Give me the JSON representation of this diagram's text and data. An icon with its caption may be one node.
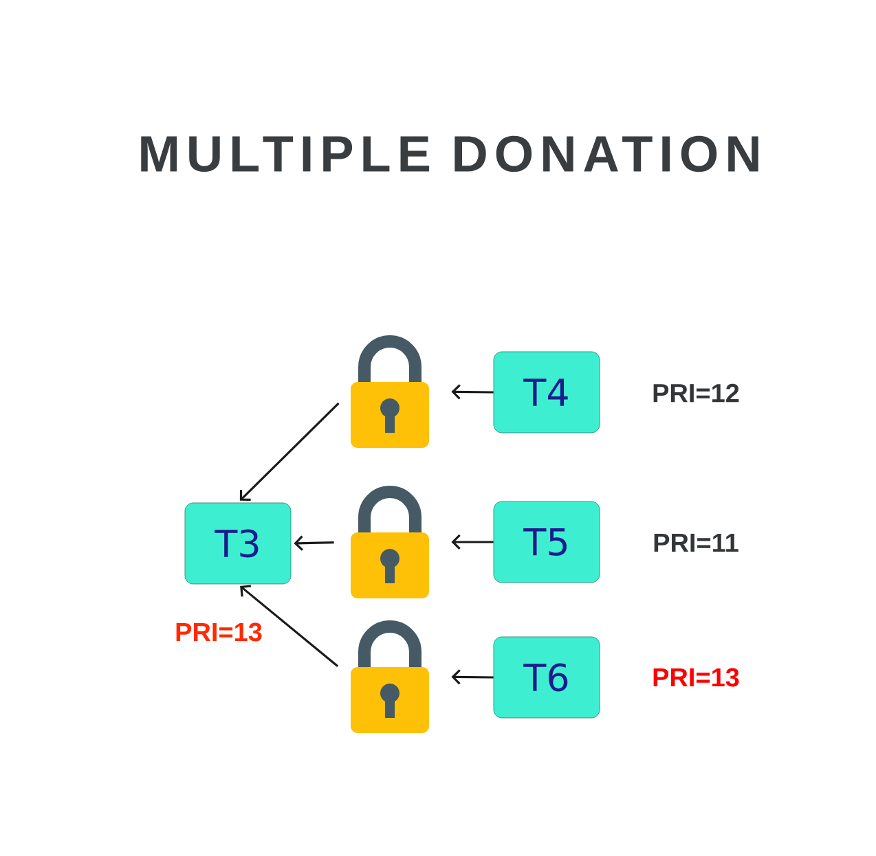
{
  "diagram": {
    "title": "MULTIPLE DONATION",
    "nodes": [
      {
        "text": [
          "T3"
        ],
        "beside": [
          "PRI=13"
        ]
      },
      {
        "text": [
          "T4"
        ],
        "beside": [
          "PRI=12"
        ]
      },
      {
        "text": [
          "T5"
        ],
        "beside": [
          "PRI=11"
        ]
      },
      {
        "text": [
          "T6"
        ],
        "beside": [
          "PRI=13"
        ]
      },
      {
        "text": [],
        "shape": "padlock"
      },
      {
        "text": [],
        "shape": "padlock"
      },
      {
        "text": [],
        "shape": "padlock"
      }
    ],
    "edges": [
      {
        "from": 1,
        "to": 4,
        "arrow": "to"
      },
      {
        "from": 4,
        "to": 0,
        "arrow": "to"
      },
      {
        "from": 2,
        "to": 5,
        "arrow": "to"
      },
      {
        "from": 5,
        "to": 0,
        "arrow": "to"
      },
      {
        "from": 3,
        "to": 6,
        "arrow": "to"
      },
      {
        "from": 6,
        "to": 0,
        "arrow": "to"
      }
    ]
  }
}
